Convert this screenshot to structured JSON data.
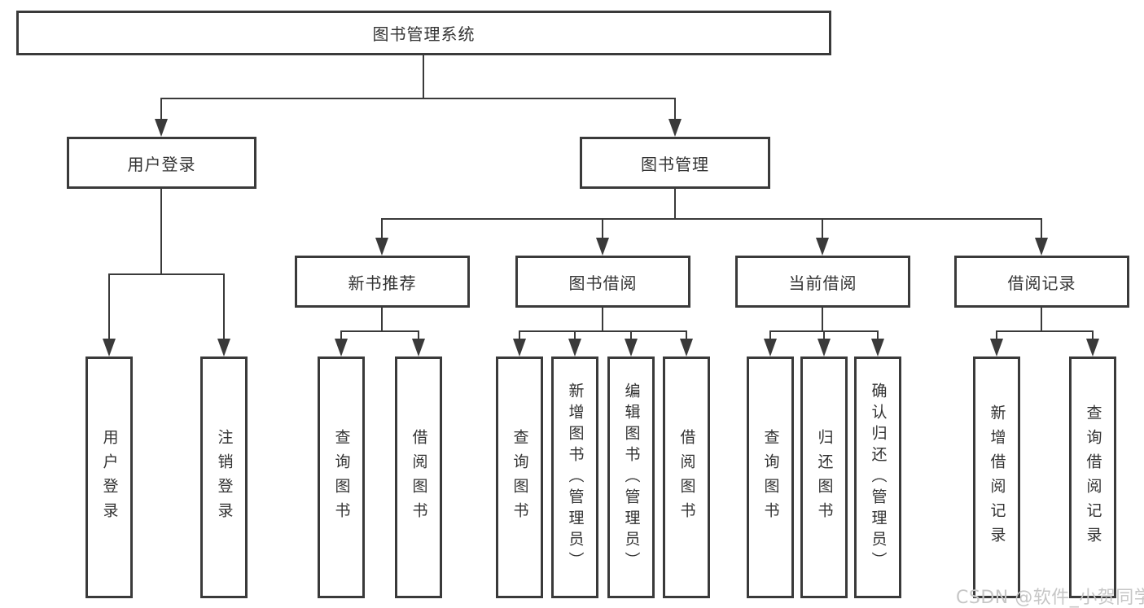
{
  "diagram": {
    "root": {
      "label": "图书管理系统"
    },
    "branches": [
      {
        "label": "用户登录",
        "children": [
          {
            "label": "用户登录"
          },
          {
            "label": "注销登录"
          }
        ]
      },
      {
        "label": "图书管理",
        "children": [
          {
            "label": "新书推荐",
            "children": [
              {
                "label": "查询图书"
              },
              {
                "label": "借阅图书"
              }
            ]
          },
          {
            "label": "图书借阅",
            "children": [
              {
                "label": "查询图书"
              },
              {
                "label": "新增图书（管理员）"
              },
              {
                "label": "编辑图书（管理员）"
              },
              {
                "label": "借阅图书"
              }
            ]
          },
          {
            "label": "当前借阅",
            "children": [
              {
                "label": "查询图书"
              },
              {
                "label": "归还图书"
              },
              {
                "label": "确认归还（管理员）"
              }
            ]
          },
          {
            "label": "借阅记录",
            "children": [
              {
                "label": "新增借阅记录"
              },
              {
                "label": "查询借阅记录"
              }
            ]
          }
        ]
      }
    ]
  },
  "watermark": {
    "text": "CSDN @软件_小贺同学"
  },
  "colors": {
    "line": "#3a3a3a",
    "text": "#333333",
    "background": "#ffffff",
    "watermark": "#c6c6c6"
  }
}
